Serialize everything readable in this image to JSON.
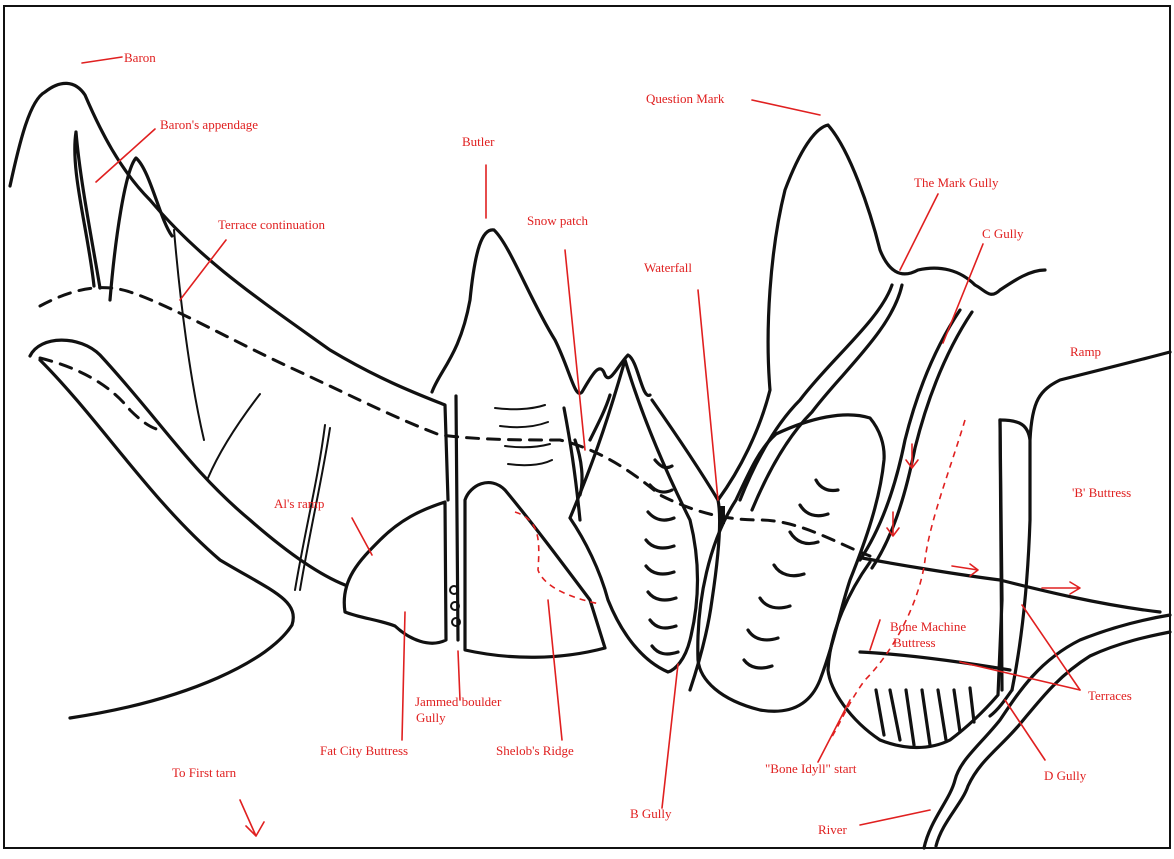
{
  "colors": {
    "ink": "#111111",
    "annotation": "#e02020",
    "background": "#ffffff"
  },
  "labels": {
    "baron": "Baron",
    "barons_appendage": "Baron's appendage",
    "terrace_continuation": "Terrace continuation",
    "butler": "Butler",
    "snow_patch": "Snow patch",
    "question_mark": "Question Mark",
    "waterfall": "Waterfall",
    "the_mark_gully": "The Mark Gully",
    "c_gully": "C Gully",
    "ramp": "Ramp",
    "b_buttress": "'B' Buttress",
    "als_ramp": "Al's ramp",
    "bone_machine_buttress_1": "Bone Machine",
    "bone_machine_buttress_2": "Buttress",
    "terraces": "Terraces",
    "jammed_boulder_1": "Jammed boulder",
    "jammed_boulder_2": "Gully",
    "fat_city_buttress": "Fat City Buttress",
    "shelobs_ridge": "Shelob's Ridge",
    "bone_idyll_start": "\"Bone Idyll\" start",
    "d_gully": "D Gully",
    "to_first_tarn": "To First tarn",
    "b_gully": "B Gully",
    "river": "River"
  }
}
